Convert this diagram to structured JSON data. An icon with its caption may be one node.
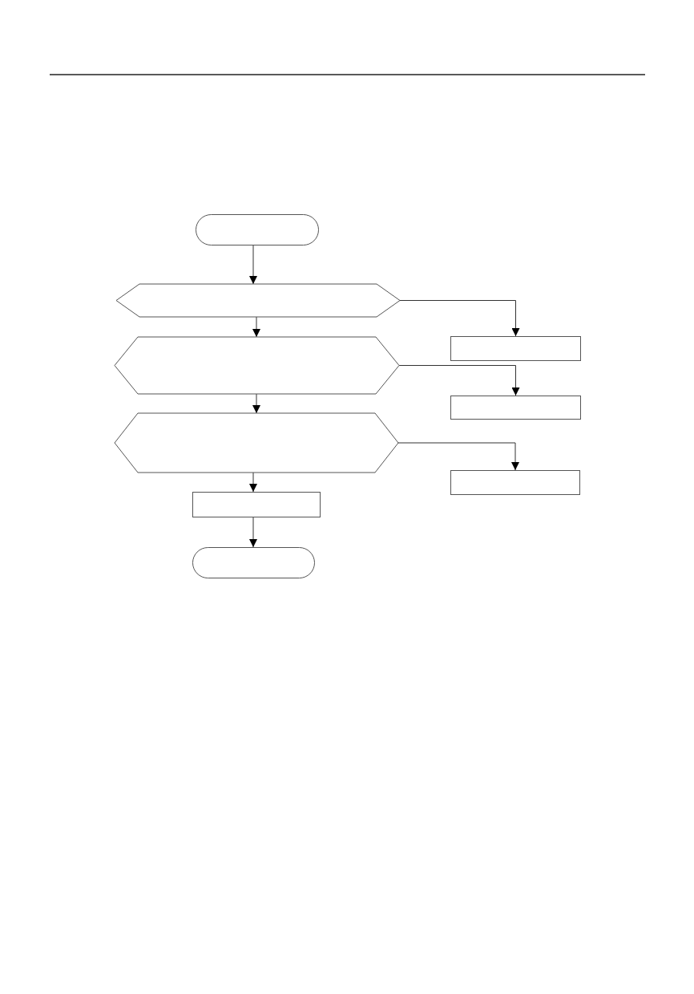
{
  "diagram": {
    "nodes": [
      {
        "text": [],
        "shape": "terminal"
      },
      {
        "text": [],
        "shape": "hexagon"
      },
      {
        "text": [],
        "shape": "box"
      },
      {
        "text": [],
        "shape": "hexagon"
      },
      {
        "text": [],
        "shape": "box"
      },
      {
        "text": [],
        "shape": "hexagon"
      },
      {
        "text": [],
        "shape": "box"
      },
      {
        "text": [],
        "shape": "box"
      },
      {
        "text": [],
        "shape": "terminal"
      }
    ],
    "edges": [
      {
        "from": 0,
        "to": 1,
        "arrow": "to"
      },
      {
        "from": 1,
        "to": 3,
        "arrow": "to"
      },
      {
        "from": 1,
        "to": 2,
        "arrow": "to"
      },
      {
        "from": 3,
        "to": 5,
        "arrow": "to"
      },
      {
        "from": 3,
        "to": 4,
        "arrow": "to"
      },
      {
        "from": 5,
        "to": 7,
        "arrow": "to"
      },
      {
        "from": 5,
        "to": 6,
        "arrow": "to"
      },
      {
        "from": 7,
        "to": 8,
        "arrow": "to"
      }
    ]
  }
}
